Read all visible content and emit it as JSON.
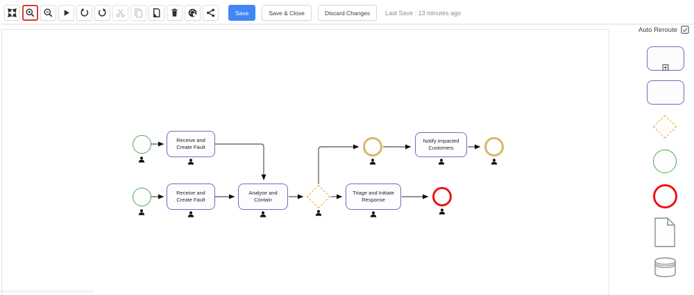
{
  "toolbar": {
    "icon_buttons": [
      {
        "name": "expand",
        "enabled": true,
        "highlighted": false
      },
      {
        "name": "zoom-in",
        "enabled": true,
        "highlighted": true
      },
      {
        "name": "zoom-out",
        "enabled": true,
        "highlighted": false
      },
      {
        "name": "play",
        "enabled": true,
        "highlighted": false
      },
      {
        "name": "undo",
        "enabled": true,
        "highlighted": false
      },
      {
        "name": "redo",
        "enabled": true,
        "highlighted": false
      },
      {
        "name": "cut",
        "enabled": false,
        "highlighted": false
      },
      {
        "name": "copy",
        "enabled": false,
        "highlighted": false
      },
      {
        "name": "paste",
        "enabled": true,
        "highlighted": false
      },
      {
        "name": "delete",
        "enabled": true,
        "highlighted": false
      },
      {
        "name": "palette",
        "enabled": true,
        "highlighted": false
      },
      {
        "name": "share",
        "enabled": true,
        "highlighted": false
      }
    ],
    "save_label": "Save",
    "save_and_close_label": "Save & Close",
    "discard_label": "Discard Changes",
    "last_save_text": "Last Save : 13 minutes ago"
  },
  "side_palette": {
    "auto_reroute_label": "Auto Reroute",
    "auto_reroute_checked": true,
    "shapes": [
      "subprocess",
      "task",
      "gateway",
      "start-event",
      "end-event",
      "document",
      "datastore"
    ]
  },
  "diagram": {
    "nodes": [
      {
        "id": 0,
        "type": "start-event"
      },
      {
        "id": 1,
        "type": "task",
        "label": "Receive and Create Fault"
      },
      {
        "id": 2,
        "type": "start-event"
      },
      {
        "id": 3,
        "type": "task",
        "label": "Receive and Create Fault"
      },
      {
        "id": 4,
        "type": "task",
        "label": "Analyse and Contain"
      },
      {
        "id": 5,
        "type": "gateway"
      },
      {
        "id": 6,
        "type": "task",
        "label": "Triage and Initiate Response"
      },
      {
        "id": 7,
        "type": "end-event"
      },
      {
        "id": 8,
        "type": "intermediate-event"
      },
      {
        "id": 9,
        "type": "task",
        "label": "Notify Impacted Customers"
      },
      {
        "id": 10,
        "type": "intermediate-event"
      }
    ],
    "edges": [
      {
        "from": 0,
        "to": 1
      },
      {
        "from": 1,
        "to": 4
      },
      {
        "from": 2,
        "to": 3
      },
      {
        "from": 3,
        "to": 4
      },
      {
        "from": 4,
        "to": 5
      },
      {
        "from": 5,
        "to": 6
      },
      {
        "from": 6,
        "to": 7
      },
      {
        "from": 5,
        "to": 8
      },
      {
        "from": 8,
        "to": 9
      },
      {
        "from": 9,
        "to": 10
      }
    ]
  },
  "colors": {
    "accent_blue": "#4286f5",
    "task_border": "#6a6ac4",
    "start_event_green": "#4aa84e",
    "end_event_red": "#ee1111",
    "intermediate_event_gold": "#d9b765",
    "gateway_orange": "#f2a444",
    "highlight_red": "#d93a2b"
  }
}
